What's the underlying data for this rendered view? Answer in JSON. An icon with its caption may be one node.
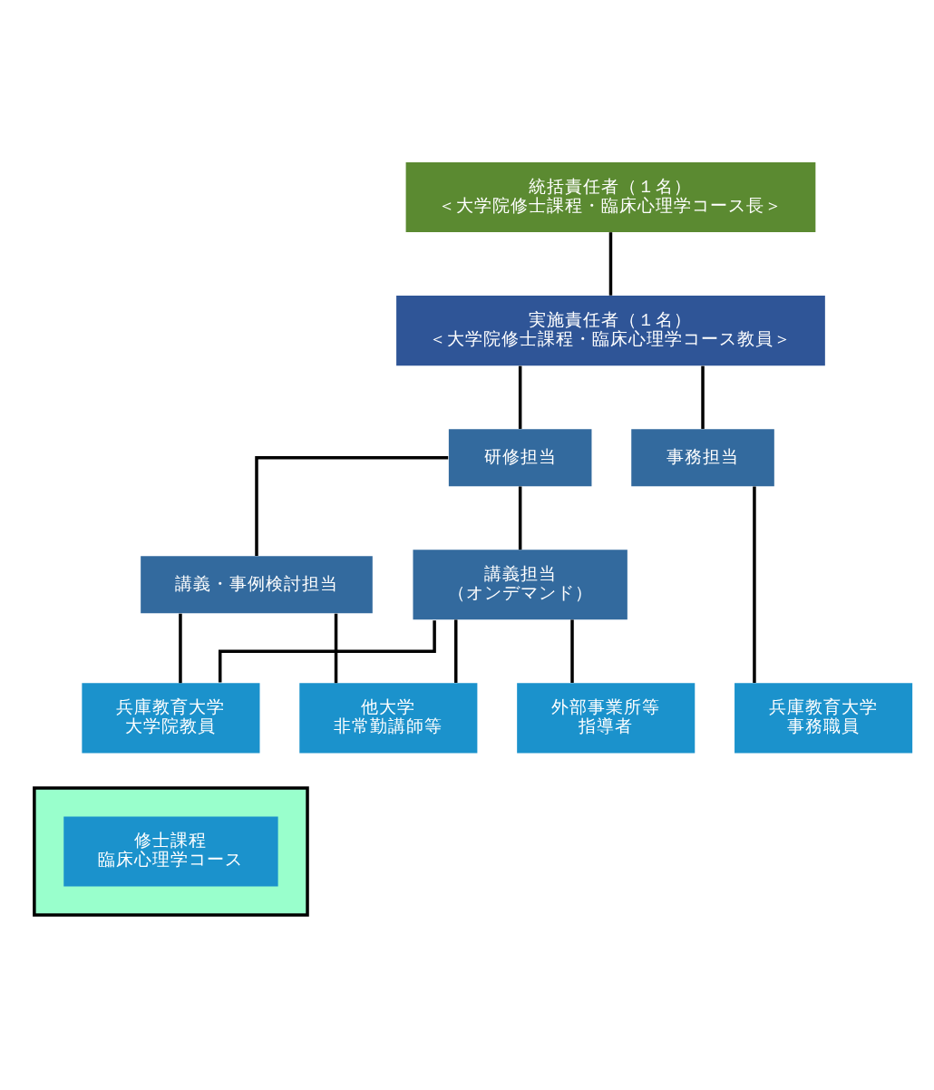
{
  "diagram": {
    "nodes": [
      {
        "text": [
          "統括責任者（１名）",
          "＜大学院修士課程・臨床心理学コース長＞"
        ]
      },
      {
        "text": [
          "実施責任者（１名）",
          "＜大学院修士課程・臨床心理学コース教員＞"
        ]
      },
      {
        "text": [
          "研修担当"
        ]
      },
      {
        "text": [
          "事務担当"
        ]
      },
      {
        "text": [
          "講義・事例検討担当"
        ]
      },
      {
        "text": [
          "講義担当",
          "（オンデマンド）"
        ]
      },
      {
        "text": [
          "兵庫教育大学",
          "大学院教員"
        ]
      },
      {
        "text": [
          "他大学",
          "非常勤講師等"
        ]
      },
      {
        "text": [
          "外部事業所等",
          "指導者"
        ]
      },
      {
        "text": [
          "兵庫教育大学",
          "事務職員"
        ]
      },
      {
        "text": [],
        "shape": "box"
      },
      {
        "text": [
          "修士課程",
          "臨床心理学コース"
        ],
        "in": 10
      }
    ],
    "edges": [
      {
        "from": 0,
        "to": 1,
        "arrow": "none"
      },
      {
        "from": 1,
        "to": 2,
        "arrow": "none"
      },
      {
        "from": 1,
        "to": 3,
        "arrow": "none"
      },
      {
        "from": 2,
        "to": 4,
        "arrow": "none"
      },
      {
        "from": 2,
        "to": 5,
        "arrow": "none"
      },
      {
        "from": 4,
        "to": 6,
        "arrow": "none"
      },
      {
        "from": 4,
        "to": 7,
        "arrow": "none"
      },
      {
        "from": 5,
        "to": 6,
        "arrow": "none"
      },
      {
        "from": 5,
        "to": 7,
        "arrow": "none"
      },
      {
        "from": 5,
        "to": 8,
        "arrow": "none"
      },
      {
        "from": 3,
        "to": 9,
        "arrow": "none"
      }
    ]
  }
}
